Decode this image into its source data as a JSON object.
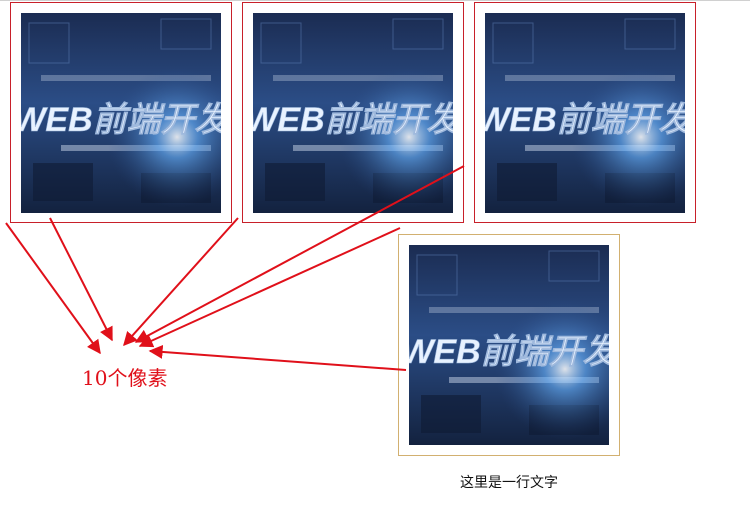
{
  "thumbnail_text": "WEB前端开发",
  "margin_label": "10个像素",
  "caption": "这里是一行文字",
  "colors": {
    "box_border": "#c8202a",
    "highlight_border": "#d2b070",
    "arrow": "#e0101a"
  }
}
